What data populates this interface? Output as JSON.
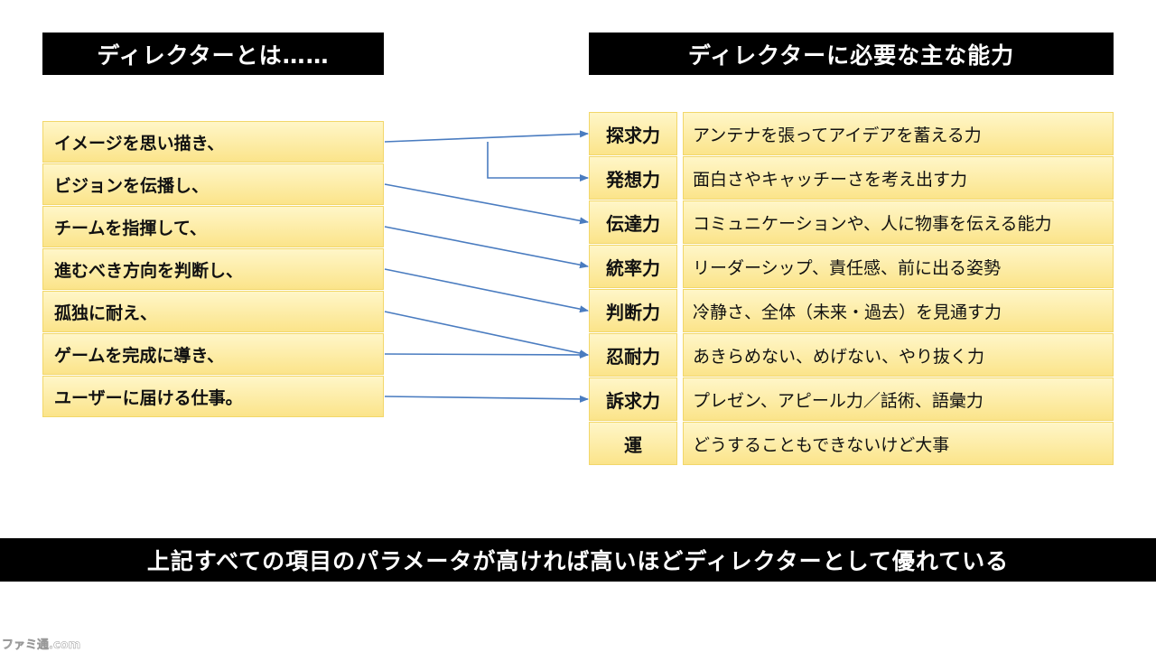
{
  "left_heading": "ディレクターとは……",
  "right_heading": "ディレクターに必要な主な能力",
  "left_items": [
    "イメージを思い描き、",
    "ビジョンを伝播し、",
    "チームを指揮して、",
    "進むべき方向を判断し、",
    "孤独に耐え、",
    "ゲームを完成に導き、",
    "ユーザーに届ける仕事。"
  ],
  "abilities": [
    {
      "key": "探求力",
      "desc": "アンテナを張ってアイデアを蓄える力"
    },
    {
      "key": "発想力",
      "desc": "面白さやキャッチーさを考え出す力"
    },
    {
      "key": "伝達力",
      "desc": "コミュニケーションや、人に物事を伝える能力"
    },
    {
      "key": "統率力",
      "desc": "リーダーシップ、責任感、前に出る姿勢"
    },
    {
      "key": "判断力",
      "desc": "冷静さ、全体（未来・過去）を見通す力"
    },
    {
      "key": "忍耐力",
      "desc": "あきらめない、めげない、やり抜く力"
    },
    {
      "key": "訴求力",
      "desc": "プレゼン、アピール力／話術、語彙力"
    },
    {
      "key": "運",
      "desc": "どうすることもできないけど大事"
    }
  ],
  "connections": [
    {
      "from": 0,
      "to": 0
    },
    {
      "from": 0,
      "to": 1
    },
    {
      "from": 1,
      "to": 2
    },
    {
      "from": 2,
      "to": 3
    },
    {
      "from": 3,
      "to": 4
    },
    {
      "from": 4,
      "to": 5
    },
    {
      "from": 5,
      "to": 5
    },
    {
      "from": 6,
      "to": 6
    }
  ],
  "bottom_banner": "上記すべての項目のパラメータが高ければ高いほどディレクターとして優れている",
  "watermark": "ファミ通.com",
  "colors": {
    "arrow": "#4a7cc0",
    "cell_fill": "#fbe48a",
    "cell_border": "#f2d76a"
  }
}
